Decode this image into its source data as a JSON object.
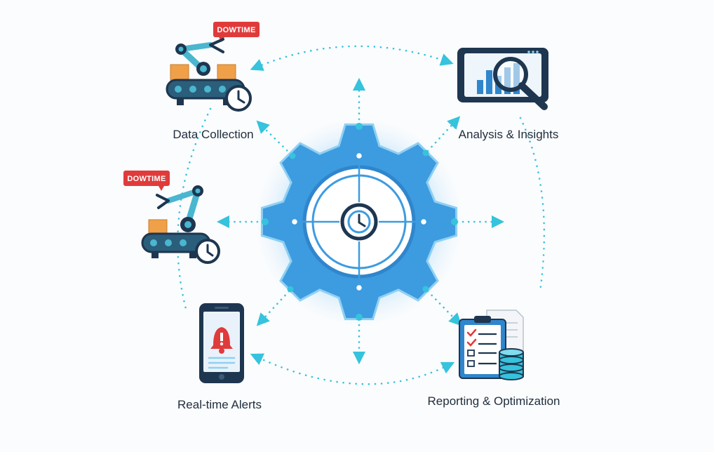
{
  "center": {
    "icon": "clock-icon"
  },
  "nodes": [
    {
      "label": "Data Collection",
      "icon": "robot-arm-conveyor-icon",
      "badge": "DOWTIME"
    },
    {
      "label": "Analysis & Insights",
      "icon": "magnifier-chart-icon"
    },
    {
      "label": "Reporting & Optimization",
      "icon": "checklist-database-icon"
    },
    {
      "label": "Real-time Alerts",
      "icon": "phone-alert-icon"
    }
  ],
  "extra": {
    "icon": "robot-arm-conveyor-icon",
    "badge": "DOWTIME"
  },
  "colors": {
    "gear": "#3d9be0",
    "gear_dark": "#2f86cc",
    "navy": "#1e3650",
    "teal": "#4ab6cf",
    "accent_dots": "#35c3dd",
    "alert_red": "#e03b3b",
    "box_orange": "#f0a048"
  }
}
